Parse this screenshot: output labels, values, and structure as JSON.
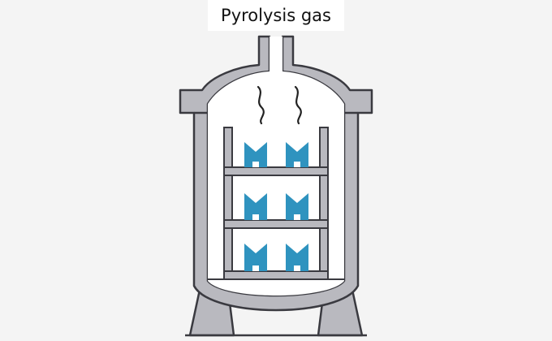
{
  "diagram": {
    "label": "Pyrolysis gas",
    "colors": {
      "background": "#f4f4f4",
      "vessel_fill": "#b9b9bf",
      "stroke": "#3a3a40",
      "interior": "#ffffff",
      "material": "#2f93bf",
      "gas_line": "#222222"
    },
    "rack": {
      "shelves": 3,
      "items_per_shelf": 2
    }
  }
}
